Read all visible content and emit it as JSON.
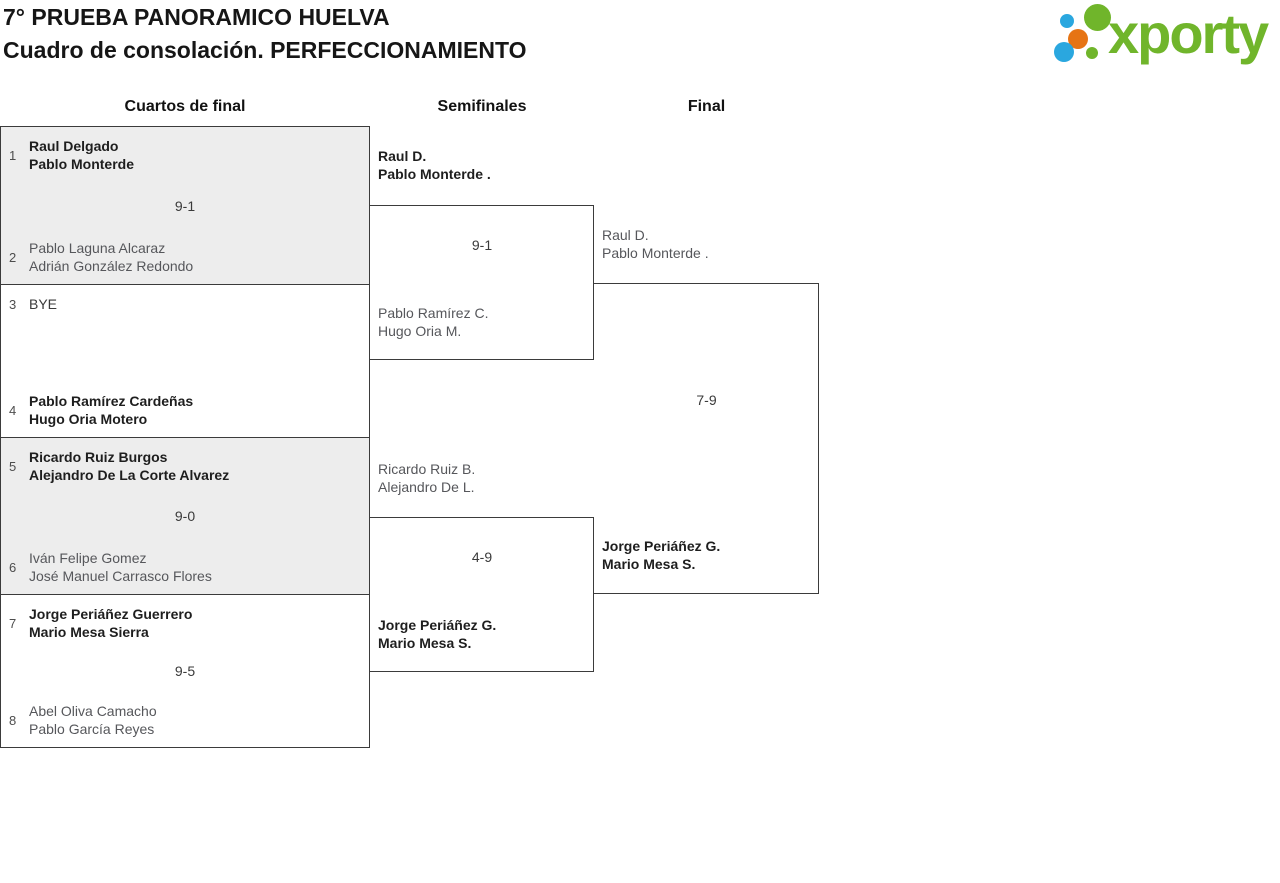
{
  "header": {
    "title_line1": "7° PRUEBA PANORAMICO HUELVA",
    "title_line2": "Cuadro de consolación. PERFECCIONAMIENTO"
  },
  "logo": {
    "brand": "xporty",
    "colors": {
      "green": "#70b52b",
      "blue": "#2aa7df",
      "orange": "#e67414"
    }
  },
  "round_headers": {
    "quarterfinals": "Cuartos de final",
    "semifinals": "Semifinales",
    "final": "Final"
  },
  "bracket": {
    "quarterfinals": [
      {
        "score": "9-1",
        "team1": {
          "seed": "1",
          "p1": "Raul Delgado",
          "p2": "Pablo Monterde",
          "status": "win"
        },
        "team2": {
          "seed": "2",
          "p1": "Pablo Laguna Alcaraz",
          "p2": "Adrián González Redondo",
          "status": "lose"
        }
      },
      {
        "score": "",
        "team1": {
          "seed": "3",
          "p1": "BYE",
          "p2": "",
          "status": "bye"
        },
        "team2": {
          "seed": "4",
          "p1": "Pablo Ramírez Cardeñas",
          "p2": "Hugo Oria Motero",
          "status": "win"
        }
      },
      {
        "score": "9-0",
        "team1": {
          "seed": "5",
          "p1": "Ricardo Ruiz Burgos",
          "p2": "Alejandro De La Corte Alvarez",
          "status": "win"
        },
        "team2": {
          "seed": "6",
          "p1": "Iván Felipe Gomez",
          "p2": "José Manuel Carrasco Flores",
          "status": "lose"
        }
      },
      {
        "score": "9-5",
        "team1": {
          "seed": "7",
          "p1": "Jorge Periáñez Guerrero",
          "p2": "Mario Mesa Sierra",
          "status": "win"
        },
        "team2": {
          "seed": "8",
          "p1": "Abel Oliva Camacho",
          "p2": "Pablo García Reyes",
          "status": "lose"
        }
      }
    ],
    "semifinals": [
      {
        "score": "9-1",
        "team1": {
          "p1": "Raul D.",
          "p2": "Pablo Monterde .",
          "status": "win"
        },
        "team2": {
          "p1": "Pablo Ramírez C.",
          "p2": "Hugo Oria M.",
          "status": "lose"
        }
      },
      {
        "score": "4-9",
        "team1": {
          "p1": "Ricardo Ruiz B.",
          "p2": "Alejandro De L.",
          "status": "lose"
        },
        "team2": {
          "p1": "Jorge Periáñez G.",
          "p2": "Mario Mesa S.",
          "status": "win"
        }
      }
    ],
    "final": {
      "score": "7-9",
      "team1": {
        "p1": "Raul D.",
        "p2": "Pablo Monterde .",
        "status": "lose"
      },
      "team2": {
        "p1": "Jorge Periáñez G.",
        "p2": "Mario Mesa S.",
        "status": "win"
      }
    }
  }
}
